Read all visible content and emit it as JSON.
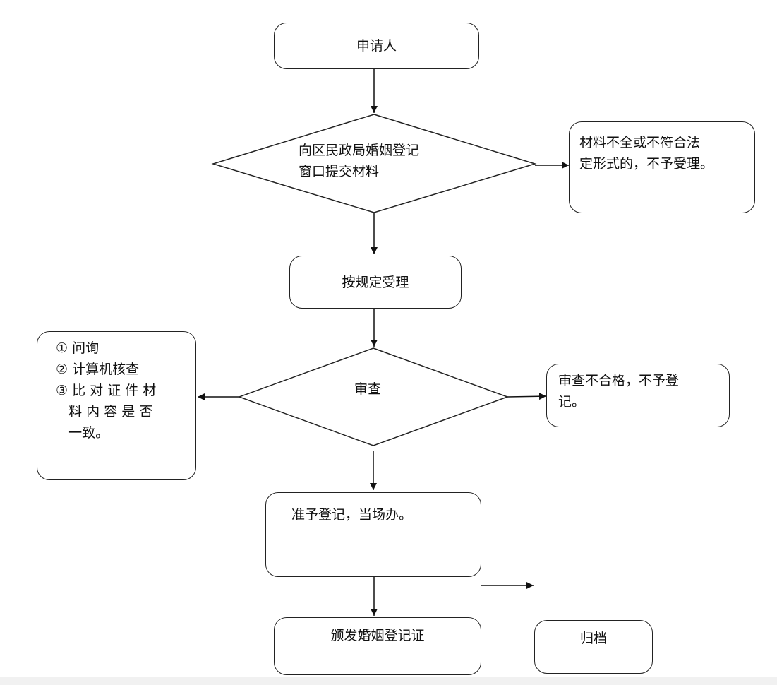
{
  "nodes": {
    "applicant": "申请人",
    "submit_line1": "向区民政局婚姻登记",
    "submit_line2": "窗口提交材料",
    "reject_materials_line1": "材料不全或不符合法",
    "reject_materials_line2": "定形式的，不予受理。",
    "accept": "按规定受理",
    "review": "审查",
    "checks": [
      "① 问询",
      "② 计算机核查",
      "③ 比 对 证 件 材",
      "   料 内 容 是 否",
      "   一致。"
    ],
    "review_fail_line1": "审查不合格，不予登",
    "review_fail_line2": "记。",
    "approve": "准予登记，当场办。",
    "issue_certificate": "颁发婚姻登记证",
    "archive": "归档"
  }
}
